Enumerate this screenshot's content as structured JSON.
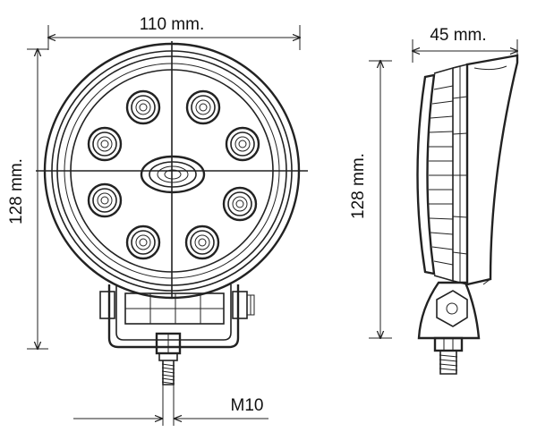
{
  "front_view": {
    "width_label": "110 mm.",
    "height_label": "128 mm.",
    "led_count": 8,
    "thread_label": "M10"
  },
  "side_view": {
    "depth_label": "45 mm.",
    "height_label": "128 mm."
  }
}
